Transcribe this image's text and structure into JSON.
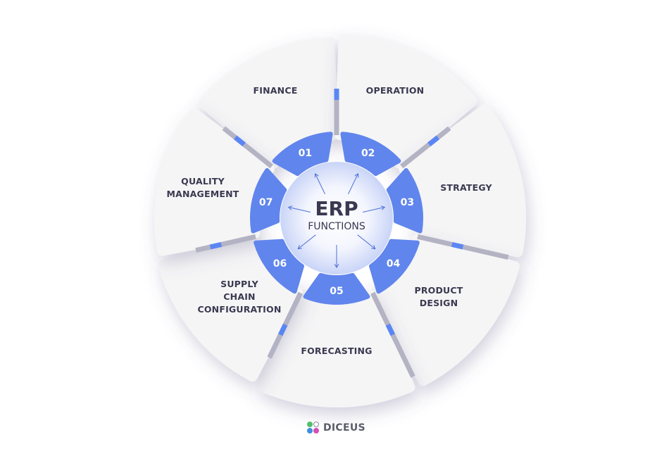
{
  "center": {
    "title": "ERP",
    "subtitle": "FUNCTIONS"
  },
  "functions": [
    {
      "number": "01",
      "label_lines": [
        "FINANCE"
      ]
    },
    {
      "number": "02",
      "label_lines": [
        "OPERATION"
      ]
    },
    {
      "number": "03",
      "label_lines": [
        "STRATEGY"
      ]
    },
    {
      "number": "04",
      "label_lines": [
        "PRODUCT",
        "DESIGN"
      ]
    },
    {
      "number": "05",
      "label_lines": [
        "FORECASTING"
      ]
    },
    {
      "number": "06",
      "label_lines": [
        "SUPPLY",
        "CHAIN",
        "CONFIGURATION"
      ]
    },
    {
      "number": "07",
      "label_lines": [
        "QUALITY",
        "MANAGEMENT"
      ]
    }
  ],
  "brand": {
    "name": "DICEUS"
  },
  "colors": {
    "ring_blue": "#6085ec",
    "divider_gray": "#b3b3c3",
    "divider_accent": "#5a86f5",
    "petal_fill": "#f5f5f6",
    "text_dark": "#3a3950",
    "center_glow": "#dfe5fb"
  }
}
